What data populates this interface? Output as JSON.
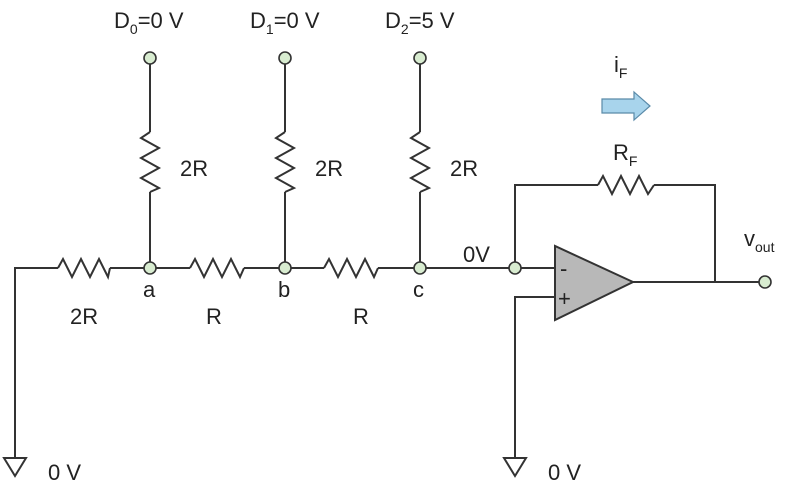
{
  "inputs": [
    {
      "name": "D",
      "sub": "0",
      "value": "=0 V"
    },
    {
      "name": "D",
      "sub": "1",
      "value": "=0 V"
    },
    {
      "name": "D",
      "sub": "2",
      "value": "=5 V"
    }
  ],
  "vertical_resistors": [
    "2R",
    "2R",
    "2R"
  ],
  "ladder_resistors": [
    "2R",
    "R",
    "R"
  ],
  "nodes": [
    "a",
    "b",
    "c"
  ],
  "inverting_node_voltage": "0V",
  "feedback": {
    "name": "R",
    "sub": "F"
  },
  "current": {
    "name": "i",
    "sub": "F"
  },
  "output": {
    "name": "v",
    "sub": "out"
  },
  "opamp": {
    "minus": "-",
    "plus": "+"
  },
  "ground_labels": [
    "0 V",
    "0 V"
  ],
  "colors": {
    "node_fill": "#d8ecd0",
    "opamp_fill": "#b8b8b8",
    "arrow_fill": "#a8d4ec"
  }
}
